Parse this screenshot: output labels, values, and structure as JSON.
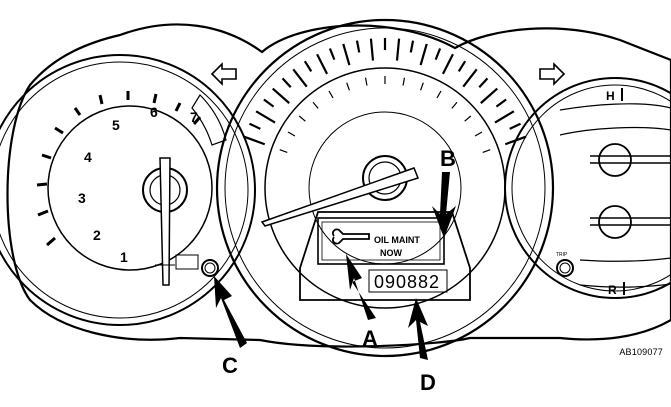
{
  "tachometer": {
    "numbers": [
      "1",
      "2",
      "3",
      "4",
      "5",
      "6",
      "7"
    ]
  },
  "display": {
    "message_line1": "OIL MAINT",
    "message_line2": "NOW",
    "odometer": "090882"
  },
  "temp_gauge": {
    "hot_label": "H",
    "cold_label": "R",
    "button_label": "TRIP"
  },
  "callouts": {
    "a": "A",
    "b": "B",
    "c": "C",
    "d": "D"
  },
  "figure_code": "AB109077"
}
